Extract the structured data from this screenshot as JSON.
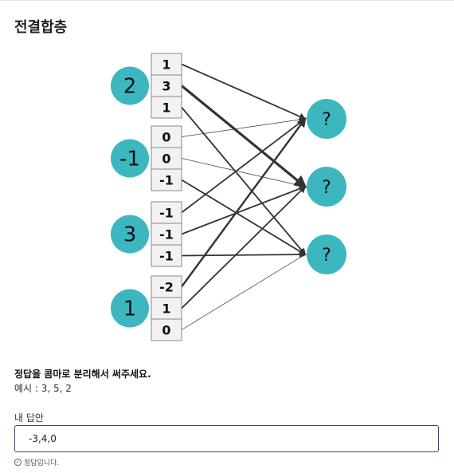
{
  "page": {
    "title": "전결합층"
  },
  "diagram": {
    "inputs": [
      {
        "value": "2",
        "weights": [
          "1",
          "3",
          "1"
        ]
      },
      {
        "value": "-1",
        "weights": [
          "0",
          "0",
          "-1"
        ]
      },
      {
        "value": "3",
        "weights": [
          "-1",
          "-1",
          "-1"
        ]
      },
      {
        "value": "1",
        "weights": [
          "-2",
          "1",
          "0"
        ]
      }
    ],
    "outputs": [
      "?",
      "?",
      "?"
    ],
    "colors": {
      "node": "#3cb7c0",
      "cell": "#f2f2f2",
      "cell_border": "#888888",
      "edge": "#333333"
    }
  },
  "instruction": "정답을 콤마로 분리해서 써주세요.",
  "example": "예시 : 3, 5, 2",
  "answer": {
    "label": "내 답안",
    "value": "-3,4,0"
  },
  "result": {
    "icon": "check-circle-icon",
    "text": "정답입니다."
  }
}
